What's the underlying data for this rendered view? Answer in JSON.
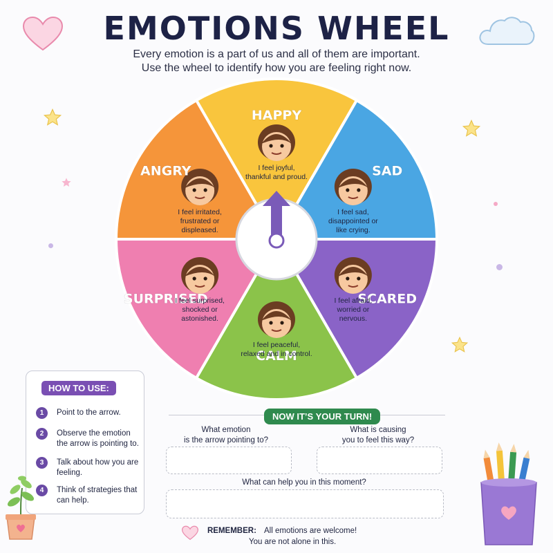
{
  "title": "EMOTIONS WHEEL",
  "subtitle_line1": "Every emotion is a part of us and all of them are important.",
  "subtitle_line2": "Use the wheel to identify how you are feeling right now.",
  "colors": {
    "happy": "#f9c53d",
    "sad": "#4aa6e3",
    "scared": "#8a63c7",
    "calm": "#8bc34a",
    "surprised": "#ef7fb0",
    "angry": "#f5953a",
    "arrow": "#7a5bb8",
    "accent_green": "#2f8a4e",
    "accent_purple": "#7a4fb3"
  },
  "emotions": [
    {
      "key": "happy",
      "name": "HAPPY",
      "desc1": "I feel joyful,",
      "desc2": "thankful and proud.",
      "desc3": ""
    },
    {
      "key": "sad",
      "name": "SAD",
      "desc1": "I feel sad,",
      "desc2": "disappointed or",
      "desc3": "like crying."
    },
    {
      "key": "scared",
      "name": "SCARED",
      "desc1": "I feel afraid,",
      "desc2": "worried or",
      "desc3": "nervous."
    },
    {
      "key": "calm",
      "name": "CALM",
      "desc1": "I feel peaceful,",
      "desc2": "relaxed and in control.",
      "desc3": ""
    },
    {
      "key": "surprised",
      "name": "SURPRISED",
      "desc1": "I feel surprised,",
      "desc2": "shocked or",
      "desc3": "astonished."
    },
    {
      "key": "angry",
      "name": "ANGRY",
      "desc1": "I feel irritated,",
      "desc2": "frustrated or",
      "desc3": "displeased."
    }
  ],
  "how_to_use": {
    "title": "HOW TO USE:",
    "steps": [
      {
        "num": "1",
        "text": "Point to the arrow."
      },
      {
        "num": "2",
        "text": "Observe the emotion the arrow is pointing to."
      },
      {
        "num": "3",
        "text": "Talk about how you are feeling."
      },
      {
        "num": "4",
        "text": "Think of strategies that can help."
      }
    ]
  },
  "your_turn": {
    "title": "NOW IT’S YOUR TURN!",
    "q1_line1": "What emotion",
    "q1_line2": "is the arrow pointing to?",
    "q2_line1": "What is causing",
    "q2_line2": "you to feel this way?",
    "q3": "What can help you in this moment?"
  },
  "remember": {
    "label": "REMEMBER:",
    "line1": "All emotions are welcome!",
    "line2": "You are not alone in this."
  },
  "icons": [
    "heart-icon",
    "cloud-icon",
    "star-icon",
    "plant-pot-icon",
    "pencil-cup-icon",
    "spinner-arrow-icon"
  ]
}
